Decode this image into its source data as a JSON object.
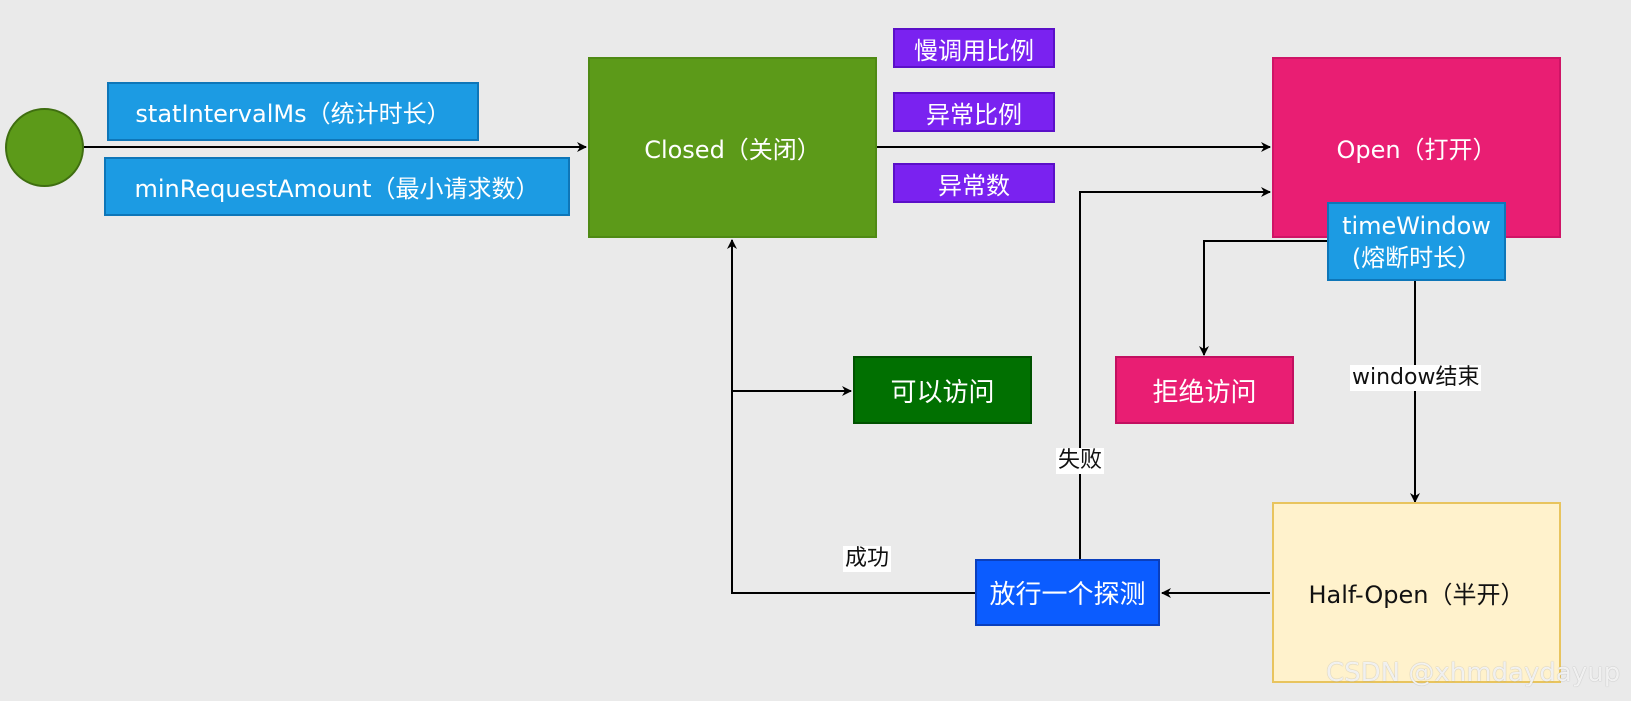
{
  "nodes": {
    "closed": "Closed（关闭）",
    "open": "Open（打开）",
    "half_open": "Half-Open（半开）",
    "stat_interval": "statIntervalMs（统计时长）",
    "min_request": "minRequestAmount（最小请求数）",
    "slow_ratio": "慢调用比例",
    "error_ratio": "异常比例",
    "error_count": "异常数",
    "time_window_1": "timeWindow",
    "time_window_2": "(熔断时长）",
    "allow_access": "可以访问",
    "deny_access": "拒绝访问",
    "probe": "放行一个探测"
  },
  "edge_labels": {
    "window_end": "window结束",
    "fail": "失败",
    "success": "成功"
  },
  "watermark": "CSDN @xhmdaydayup",
  "colors": {
    "closed": "#5c9a19",
    "open": "#e91e73",
    "half_open": "#fff2cc",
    "param": "#1c9be3",
    "condition": "#7a22f0",
    "allow": "#017001",
    "probe": "#0b5cff"
  }
}
